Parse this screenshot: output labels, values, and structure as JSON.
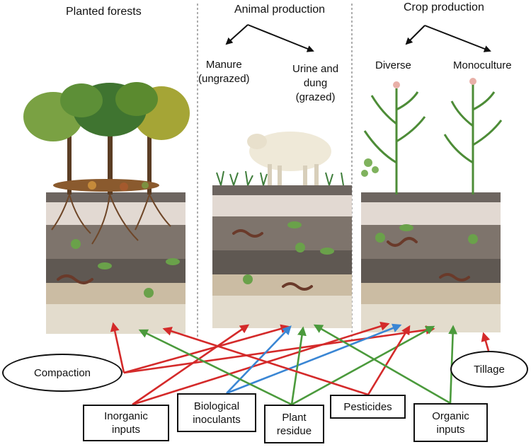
{
  "columns": {
    "forest": "Planted forests",
    "animal": "Animal production",
    "crop": "Crop production"
  },
  "sub": {
    "manure": "Manure\n(ungrazed)",
    "urine": "Urine and\ndung\n(grazed)",
    "diverse": "Diverse",
    "monoculture": "Monoculture"
  },
  "factors": {
    "compaction": "Compaction",
    "tillage": "Tillage",
    "inorganic": "Inorganic\ninputs",
    "biological": "Biological\ninoculants",
    "plant": "Plant\nresidue",
    "pesticides": "Pesticides",
    "organic": "Organic\ninputs"
  },
  "colors": {
    "negative": "#d42a2a",
    "biological": "#3a86d4",
    "positive": "#4b9a3c"
  }
}
